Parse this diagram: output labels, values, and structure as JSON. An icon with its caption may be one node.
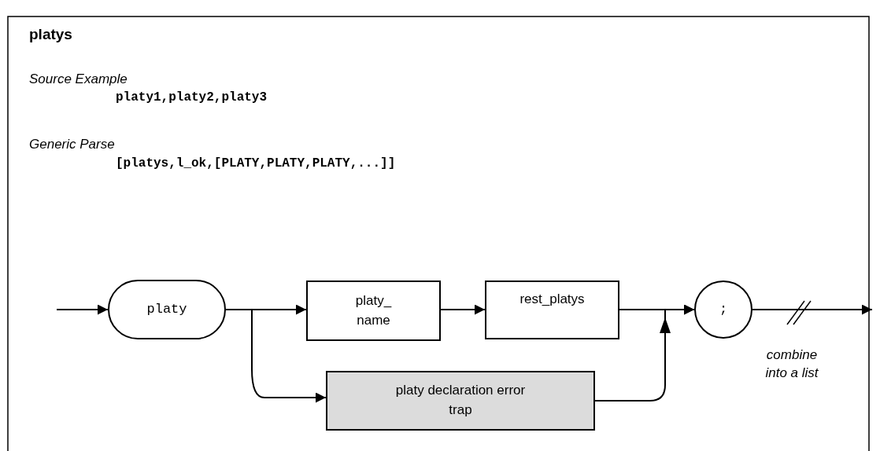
{
  "diagram": {
    "title": "platys",
    "nodes": [
      {
        "text": [
          "platy"
        ]
      },
      {
        "text": [
          "platy_ name"
        ]
      },
      {
        "text": [
          "rest_platys"
        ]
      },
      {
        "text": [
          "platy declaration error trap"
        ]
      },
      {
        "text": [
          ";"
        ]
      }
    ],
    "edges": [
      {
        "from": null,
        "to": 0,
        "arrow": "to"
      },
      {
        "from": 0,
        "to": 1,
        "arrow": "to"
      },
      {
        "from": 0,
        "to": 3,
        "arrow": "to"
      },
      {
        "from": 1,
        "to": 2,
        "arrow": "to"
      },
      {
        "from": 2,
        "to": 4,
        "arrow": "to"
      },
      {
        "from": 3,
        "to": 4,
        "arrow": "to"
      },
      {
        "from": 4,
        "to": null,
        "arrow": "to",
        "label": "combine into a list"
      }
    ],
    "labels": [
      "Source Example",
      "platy1,platy2,platy3",
      "Generic Parse",
      "[platys,l_ok,[PLATY,PLATY,PLATY,...]]"
    ]
  }
}
